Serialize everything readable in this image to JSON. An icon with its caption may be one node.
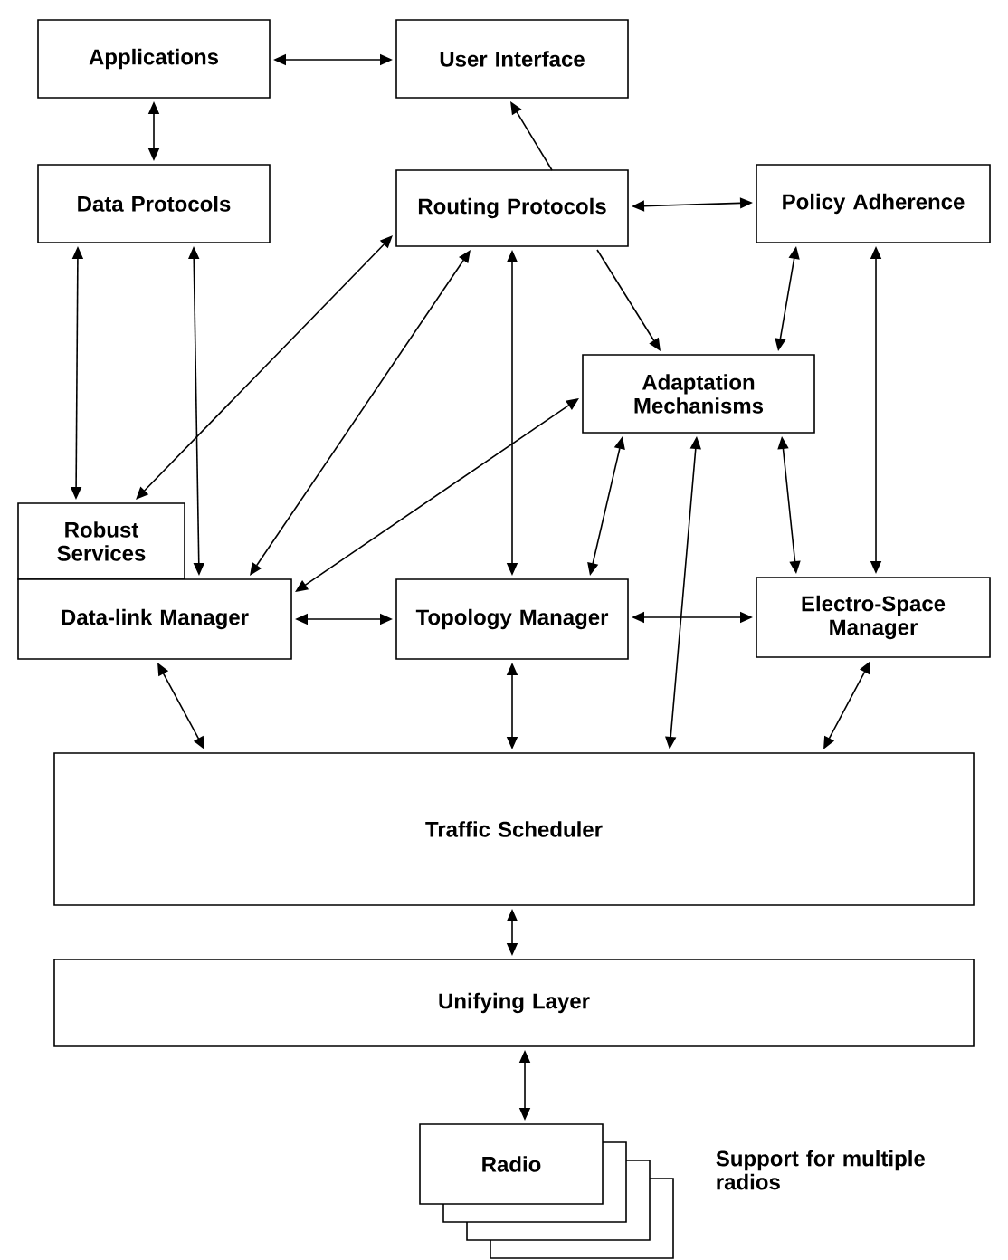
{
  "diagram": {
    "nodes": [
      {
        "text": [
          "Applications"
        ]
      },
      {
        "text": [
          "User Interface"
        ]
      },
      {
        "text": [
          "Data Protocols"
        ]
      },
      {
        "text": [
          "Routing Protocols"
        ]
      },
      {
        "text": [
          "Policy Adherence"
        ]
      },
      {
        "text": [
          "Adaptation Mechanisms"
        ]
      },
      {
        "text": [
          "Robust Services"
        ]
      },
      {
        "text": [
          "Data-link Manager"
        ]
      },
      {
        "text": [
          "Topology Manager"
        ]
      },
      {
        "text": [
          "Electro-Space Manager"
        ]
      },
      {
        "text": [
          "Traffic Scheduler"
        ]
      },
      {
        "text": [
          "Unifying Layer"
        ]
      },
      {
        "text": [
          "Radio"
        ]
      }
    ],
    "labels": [
      "Support for multiple radios"
    ],
    "edges": [
      {
        "from": 0,
        "to": 1,
        "arrow": "both"
      },
      {
        "from": 0,
        "to": 2,
        "arrow": "both"
      },
      {
        "from": 3,
        "to": 1,
        "arrow": "to"
      },
      {
        "from": 3,
        "to": 4,
        "arrow": "both"
      },
      {
        "from": 2,
        "to": 6,
        "arrow": "both"
      },
      {
        "from": 2,
        "to": 7,
        "arrow": "both"
      },
      {
        "from": 3,
        "to": 6,
        "arrow": "both"
      },
      {
        "from": 3,
        "to": 7,
        "arrow": "both"
      },
      {
        "from": 3,
        "to": 8,
        "arrow": "both"
      },
      {
        "from": 3,
        "to": 5,
        "arrow": "to"
      },
      {
        "from": 4,
        "to": 5,
        "arrow": "both"
      },
      {
        "from": 4,
        "to": 9,
        "arrow": "both"
      },
      {
        "from": 5,
        "to": 7,
        "arrow": "both"
      },
      {
        "from": 5,
        "to": 8,
        "arrow": "both"
      },
      {
        "from": 5,
        "to": 9,
        "arrow": "both"
      },
      {
        "from": 5,
        "to": 10,
        "arrow": "both"
      },
      {
        "from": 7,
        "to": 8,
        "arrow": "both"
      },
      {
        "from": 8,
        "to": 9,
        "arrow": "both"
      },
      {
        "from": 7,
        "to": 10,
        "arrow": "both"
      },
      {
        "from": 8,
        "to": 10,
        "arrow": "both"
      },
      {
        "from": 9,
        "to": 10,
        "arrow": "both"
      },
      {
        "from": 10,
        "to": 11,
        "arrow": "both"
      },
      {
        "from": 11,
        "to": 12,
        "arrow": "both"
      }
    ]
  }
}
